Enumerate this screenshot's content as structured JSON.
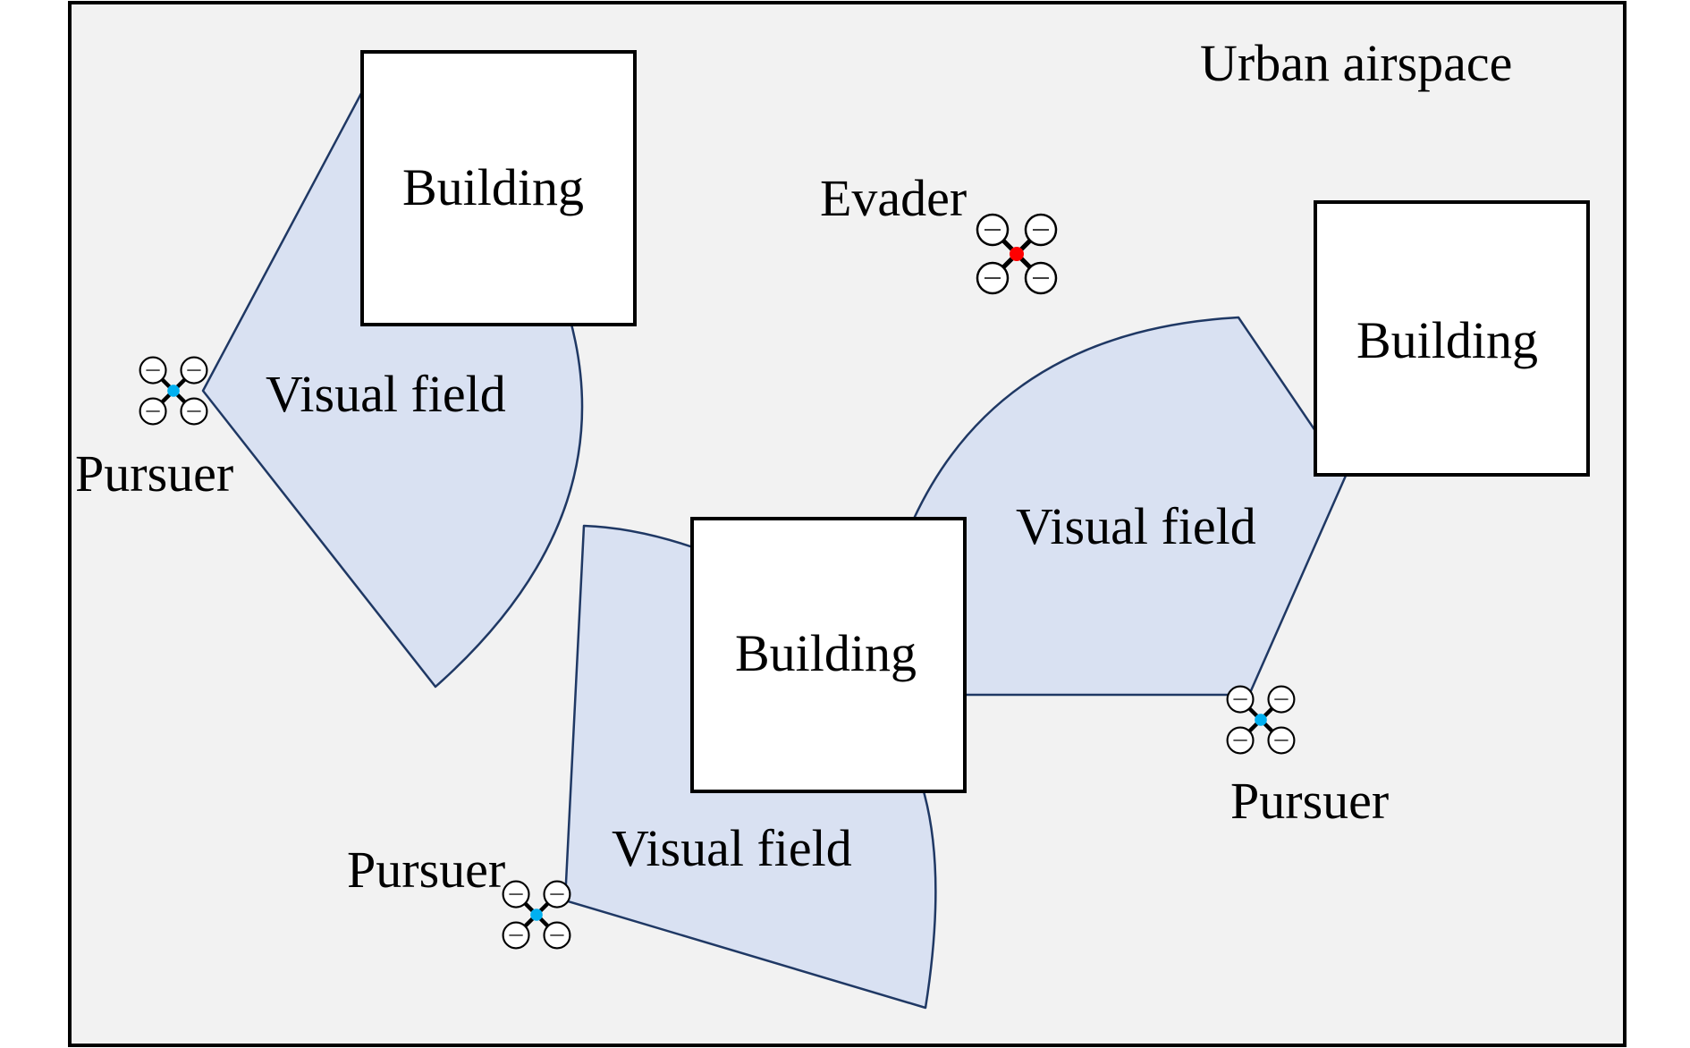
{
  "diagram": {
    "title": "Urban airspace",
    "building_label": "Building",
    "visual_field_label": "Visual field",
    "pursuer_label": "Pursuer",
    "evader_label": "Evader",
    "colors": {
      "background": "#f2f2f2",
      "frame": "#000000",
      "building_fill": "#ffffff",
      "visual_field_fill": "#d9e1f2",
      "visual_field_stroke": "#1f3864",
      "pursuer_dot": "#00b0f0",
      "evader_dot": "#ff0000"
    },
    "icons": {
      "pursuer": "quadcopter-drone-icon",
      "evader": "quadcopter-drone-icon"
    }
  }
}
